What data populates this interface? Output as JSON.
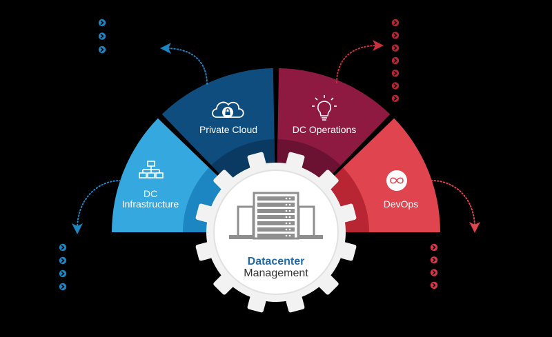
{
  "colors": {
    "background": "#000000",
    "light_blue": "#35a8e0",
    "light_blue_inner": "#1b86c2",
    "dark_blue": "#0e4d7e",
    "dark_blue_inner": "#0a3a61",
    "crimson": "#8e1a42",
    "crimson_inner": "#6b1232",
    "red": "#e0444f",
    "red_inner": "#b72632",
    "gear": "#f2f2f2",
    "gear_ring": "#e1e1e1",
    "server": "#8f8f8f",
    "center_title": "#1e6aa8",
    "center_sub": "#333333"
  },
  "segments": [
    {
      "id": "dc-infrastructure",
      "label_lines": [
        "DC",
        "Infrastructure"
      ],
      "icon": "network-hierarchy-icon"
    },
    {
      "id": "private-cloud",
      "label_lines": [
        "Private Cloud"
      ],
      "icon": "cloud-lock-icon"
    },
    {
      "id": "dc-operations",
      "label_lines": [
        "DC Operations"
      ],
      "icon": "light-bulb-icon"
    },
    {
      "id": "devops",
      "label_lines": [
        "DevOps"
      ],
      "icon": "infinity-icon"
    }
  ],
  "center": {
    "title": "Datacenter",
    "subtitle": "Management",
    "icon": "server-rack-icon"
  },
  "bullet_groups": [
    {
      "side": "top-left",
      "count": 3,
      "color": "#1b86c2"
    },
    {
      "side": "bottom-left",
      "count": 4,
      "color": "#1b86c2"
    },
    {
      "side": "top-right",
      "count": 7,
      "color": "#b72632"
    },
    {
      "side": "bottom-right",
      "count": 4,
      "color": "#d93646"
    }
  ]
}
